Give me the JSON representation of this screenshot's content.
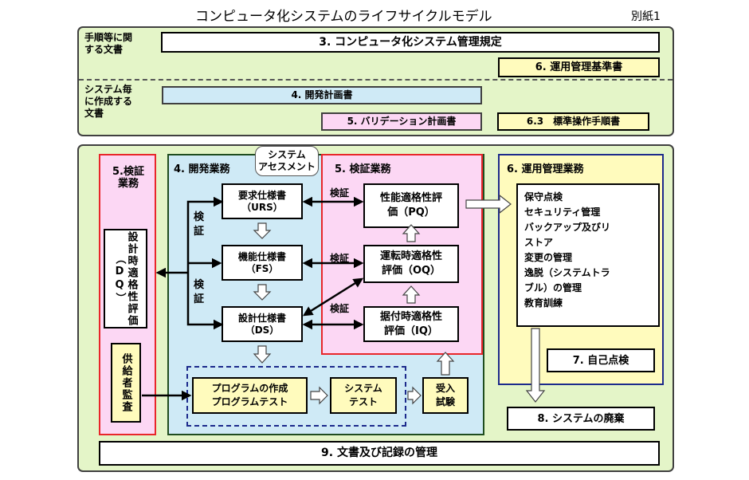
{
  "title": "コンピュータ化システムのライフサイクルモデル",
  "attachment_label": "別紙1",
  "top_panel": {
    "procedures_label": "手順等に関\nする文書",
    "system_docs_label": "システム毎\nに作成する\n文書",
    "csv_rules": "3. コンピュータ化システム管理規定",
    "ops_standard": "6. 運用管理基準書",
    "dev_plan": "4. 開発計画書",
    "validation_plan": "5. バリデーション計画書",
    "sop": "6.3　標準操作手順書"
  },
  "main": {
    "left_verification_title": "5.検証\n業務",
    "dq_box": "設計時適格性評価（DQ）",
    "supplier_audit": "供給者監査",
    "dev_title": "4. 開発業務",
    "system_assessment": "システム\nアセスメント",
    "verify_label_1": "検\n証",
    "verify_label_2": "検\n証",
    "urs": "要求仕様書\n（URS）",
    "fs": "機能仕様書\n（FS）",
    "ds": "設計仕様書\n（DS）",
    "program": "プログラムの作成\nプログラムテスト",
    "system_test": "システム\nテスト",
    "acceptance_test": "受入\n試験",
    "verif_title": "5. 検証業務",
    "pq": "性能適格性評\n価（PQ）",
    "oq": "運転時適格性\n評価（OQ）",
    "iq": "据付時適格性\n評価（IQ）",
    "verify_pq": "検証",
    "verify_oq": "検証",
    "verify_iq": "検証",
    "ops_title": "6. 運用管理業務",
    "ops_items": "保守点検\nセキュリティ管理\nバックアップ及びリ\nストア\n変更の管理\n逸脱（システムトラ\nブル）の管理\n教育訓練",
    "self_inspection": "7. 自己点検",
    "decommission": "8. システムの廃棄",
    "records": "9. 文書及び記録の管理"
  },
  "colors": {
    "panel_green": "#e4f5c8",
    "light_blue": "#cfeaf6",
    "pink": "#fcd7f4",
    "yellow": "#fffbbd",
    "red_border": "#e8262a",
    "navy_border": "#1c2a8c",
    "green_border": "#1f4d1f"
  }
}
